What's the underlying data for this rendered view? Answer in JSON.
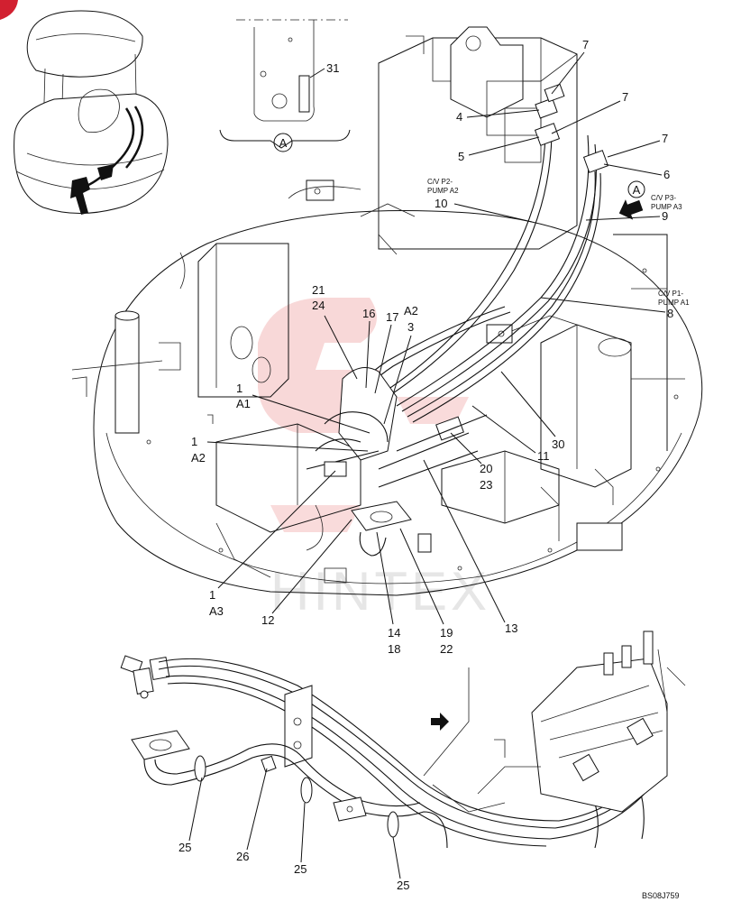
{
  "detail_a": {
    "part": "31",
    "view": "A"
  },
  "view_arrow": {
    "letter": "A"
  },
  "callouts": {
    "c7a": "7",
    "c4": "4",
    "c7b": "7",
    "c5": "5",
    "c7c": "7",
    "c6": "6",
    "c9": "9",
    "c10": "10",
    "c8": "8",
    "c21": "21",
    "c24": "24",
    "c16": "16",
    "c17": "17",
    "c2": "A2",
    "c3": "3",
    "c1a": "1",
    "c1a_sub": "A1",
    "c1b": "1",
    "c1b_sub": "A2",
    "c1c": "1",
    "c1c_sub": "A3",
    "c30": "30",
    "c11": "11",
    "c20": "20",
    "c23": "23",
    "c12": "12",
    "c14": "14",
    "c18": "18",
    "c19": "19",
    "c22": "22",
    "c13": "13",
    "c25a": "25",
    "c26": "26",
    "c25b": "25",
    "c25c": "25"
  },
  "pump_labels": {
    "p2_line1": "C/V P2-",
    "p2_line2": "PUMP A2",
    "p3_line1": "C/V P3-",
    "p3_line2": "PUMP A3",
    "p1_line1": "C/V P1-",
    "p1_line2": "PUMP A1"
  },
  "watermark": "HINTEX",
  "drawing_ref": "BS08J759",
  "colors": {
    "watermark_logo": "#f3b8b8",
    "corner_mark": "#d22030",
    "line": "#111111"
  }
}
